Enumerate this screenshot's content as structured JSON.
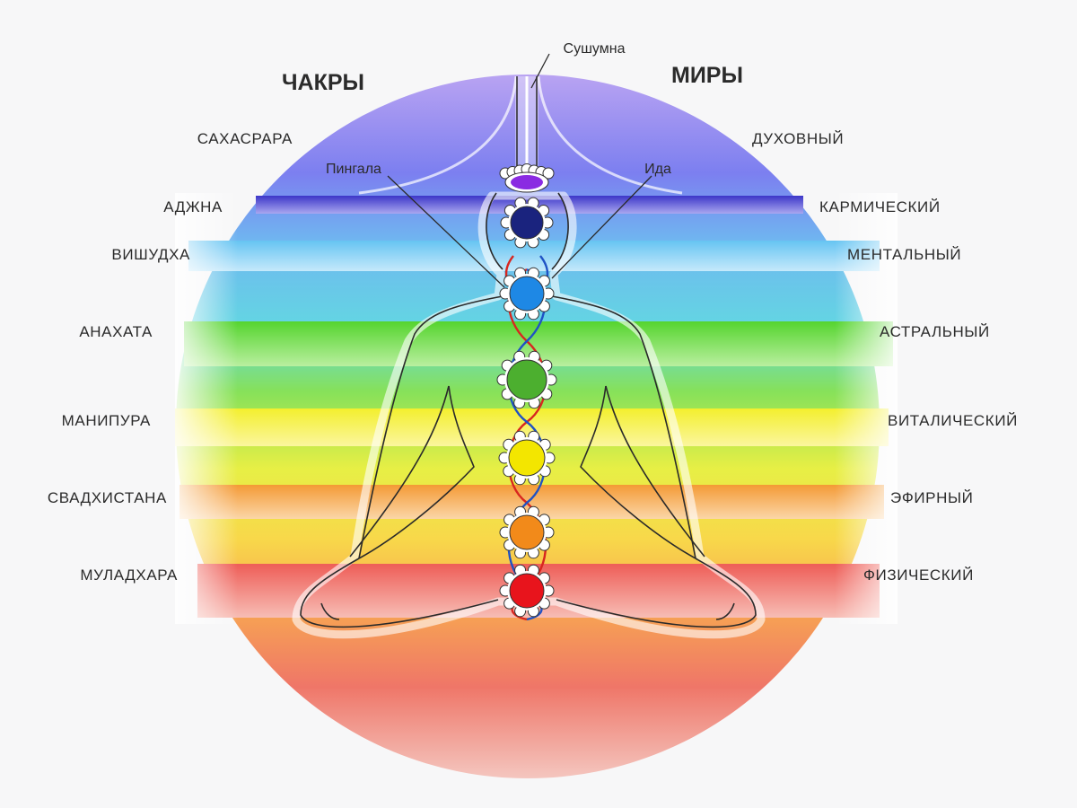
{
  "headings": {
    "chakras": "ЧАКРЫ",
    "worlds": "МИРЫ"
  },
  "channels": {
    "sushumna": "Сушумна",
    "pingala": "Пингала",
    "ida": "Ида"
  },
  "levels": [
    {
      "chakra": "САХАСРАРА",
      "world": "ДУХОВНЫЙ",
      "color": "#8a2be2"
    },
    {
      "chakra": "АДЖНА",
      "world": "КАРМИЧЕСКИЙ",
      "color": "#1a237e"
    },
    {
      "chakra": "ВИШУДХА",
      "world": "МЕНТАЛЬНЫЙ",
      "color": "#1e88e5"
    },
    {
      "chakra": "АНАХАТА",
      "world": "АСТРАЛЬНЫЙ",
      "color": "#4caf2f"
    },
    {
      "chakra": "МАНИПУРА",
      "world": "ВИТАЛИЧЕСКИЙ",
      "color": "#f3e600"
    },
    {
      "chakra": "СВАДХИСТАНА",
      "world": "ЭФИРНЫЙ",
      "color": "#f28a1a"
    },
    {
      "chakra": "МУЛАДХАРА",
      "world": "ФИЗИЧЕСКИЙ",
      "color": "#e8141c"
    }
  ]
}
